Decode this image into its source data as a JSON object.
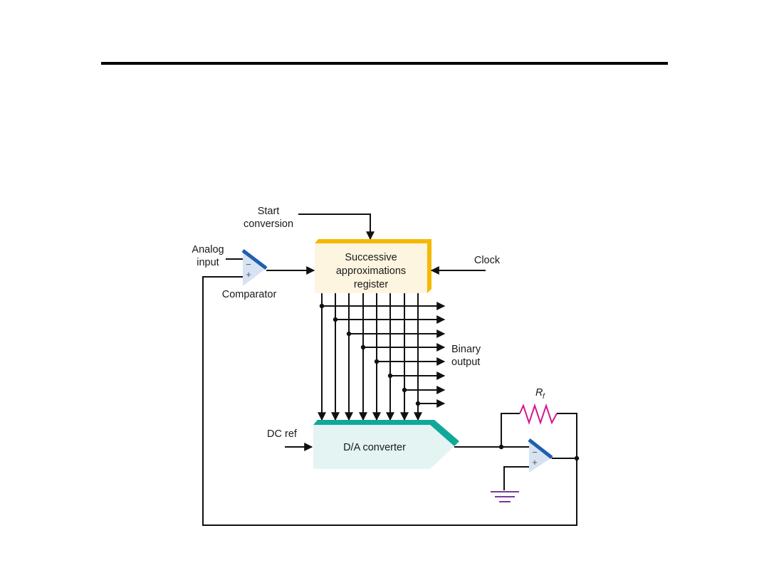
{
  "diagram": {
    "start_label_line1": "Start",
    "start_label_line2": "conversion",
    "analog_label_line1": "Analog",
    "analog_label_line2": "input",
    "comparator_label": "Comparator",
    "sar_line1": "Successive",
    "sar_line2": "approximations",
    "sar_line3": "register",
    "clock_label": "Clock",
    "binary_line1": "Binary",
    "binary_line2": "output",
    "dc_ref_label": "DC ref",
    "dac_label": "D/A converter",
    "rf_main": "R",
    "rf_sub": "f",
    "opamp_minus": "−",
    "opamp_plus": "+",
    "colors": {
      "sar_fill": "#fdf5e0",
      "sar_edge": "#f5b800",
      "dac_fill": "#e3f4f2",
      "dac_edge": "#10a89a",
      "opamp_fill": "#d7e3f3",
      "opamp_edge": "#1f5fad",
      "resistor": "#d4188c",
      "ground": "#7a3a9a"
    }
  }
}
